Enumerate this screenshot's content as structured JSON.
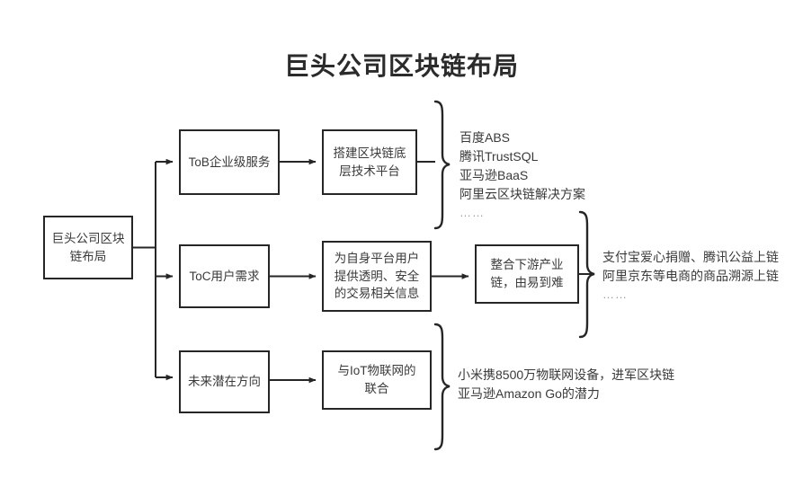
{
  "title": "巨头公司区块链布局",
  "nodes": {
    "root": {
      "line1": "巨头公司区块",
      "line2": "链布局"
    },
    "tob": {
      "line1": "ToB企业级服务"
    },
    "toc": {
      "line1": "ToC用户需求"
    },
    "future": {
      "line1": "未来潜在方向"
    },
    "platform": {
      "line1": "搭建区块链底",
      "line2": "层技术平台"
    },
    "info": {
      "line1": "为自身平台用户",
      "line2": "提供透明、安全",
      "line3": "的交易相关信息"
    },
    "iot": {
      "line1": "与IoT物联网的",
      "line2": "联合"
    },
    "chain": {
      "line1": "整合下游产业",
      "line2": "链，由易到难"
    }
  },
  "annotations": {
    "tob": {
      "line1": "百度ABS",
      "line2": "腾讯TrustSQL",
      "line3": "亚马逊BaaS",
      "line4": "阿里云区块链解决方案",
      "ellipsis": "……"
    },
    "toc": {
      "line1": "支付宝爱心捐赠、腾讯公益上链",
      "line2": "阿里京东等电商的商品溯源上链",
      "ellipsis": "……"
    },
    "future": {
      "line1": "小米携8500万物联网设备，进军区块链",
      "line2": "亚马逊Amazon Go的潜力"
    }
  },
  "colors": {
    "stroke": "#262626",
    "text": "#3a3a3a",
    "title": "#2b2b2b",
    "muted": "#9b9b9b",
    "background": "#ffffff"
  }
}
